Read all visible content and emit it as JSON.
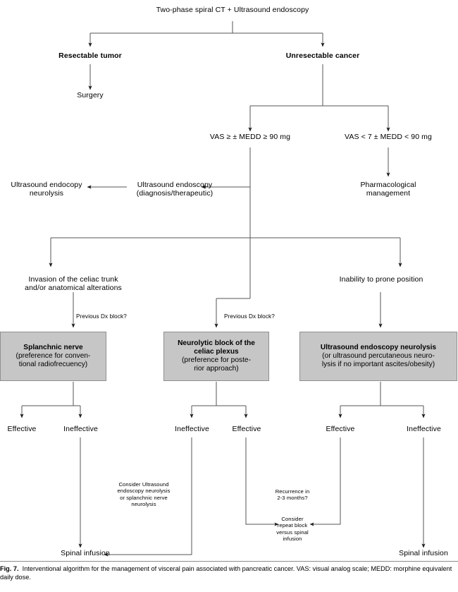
{
  "figure": {
    "number": "Fig. 7.",
    "caption": "Interventional algorithm for the management of visceral pain associated with pancreatic cancer. VAS: visual analog scale; MEDD: morphine equivalent daily dose."
  },
  "colors": {
    "box_fill": "#c6c6c6",
    "box_border": "#8f8f8f",
    "line": "#555555",
    "text": "#000000",
    "background": "#ffffff"
  },
  "chart_data": {
    "type": "diagram",
    "title": "Interventional algorithm for the management of visceral pain associated with pancreatic cancer",
    "nodes": [
      {
        "id": "n1",
        "label": "Two-phase spiral CT + Ultrasound endoscopy",
        "style": "plain"
      },
      {
        "id": "n2",
        "label": "Resectable tumor",
        "style": "bold"
      },
      {
        "id": "n3",
        "label": "Unresectable cancer",
        "style": "bold"
      },
      {
        "id": "n4",
        "label": "Surgery",
        "style": "plain"
      },
      {
        "id": "n5",
        "label": "VAS ≥ ± MEDD ≥ 90 mg",
        "style": "plain"
      },
      {
        "id": "n6",
        "label": "VAS < 7 ± MEDD < 90 mg",
        "style": "plain"
      },
      {
        "id": "n7",
        "label": "Ultrasound endoscopy\n(diagnosis/therapeutic)",
        "style": "plain"
      },
      {
        "id": "n8",
        "label": "Ultrasound endocopy\nneurolysis",
        "style": "plain"
      },
      {
        "id": "n9",
        "label": "Pharmacological\nmanagement",
        "style": "plain"
      },
      {
        "id": "n10",
        "label": "Invasion of the celiac trunk\nand/or anatomical alterations",
        "style": "plain"
      },
      {
        "id": "n11",
        "label": "Inability to prone position",
        "style": "plain"
      },
      {
        "id": "n12",
        "label": "Previous Dx block?",
        "style": "small"
      },
      {
        "id": "n13",
        "label": "Previous Dx block?",
        "style": "small"
      },
      {
        "id": "b1",
        "label": "Splanchnic nerve",
        "sublabel": "(preference for conven-\ntional radiofrecuency)",
        "style": "grey-box"
      },
      {
        "id": "b2",
        "label": "Neurolytic block of\nthe celiac plexus",
        "sublabel": "(preference for poste-\nrior approach)",
        "style": "grey-box"
      },
      {
        "id": "b3",
        "label": "Ultrasound\nendoscopy neurolysis",
        "sublabel": "(or ultrasound percutaneous neuro-\nlysis if no important ascites/obesity)",
        "style": "grey-box"
      },
      {
        "id": "e1",
        "label": "Effective",
        "style": "plain"
      },
      {
        "id": "i1",
        "label": "Ineffective",
        "style": "plain"
      },
      {
        "id": "i2",
        "label": "Ineffective",
        "style": "plain"
      },
      {
        "id": "e2",
        "label": "Effective",
        "style": "plain"
      },
      {
        "id": "e3",
        "label": "Effective",
        "style": "plain"
      },
      {
        "id": "i3",
        "label": "Ineffective",
        "style": "plain"
      },
      {
        "id": "a1",
        "label": "Consider Ultrasound\nendoscopy neurolysis\nor splanchnic nerve\nneurolysis",
        "style": "annotation"
      },
      {
        "id": "a2",
        "label": "Recurrence in\n2-3 months?",
        "style": "annotation"
      },
      {
        "id": "a3",
        "label": "Consider\nrepeat block\nversus spinal\ninfusion",
        "style": "annotation"
      },
      {
        "id": "s1",
        "label": "Spinal infusion",
        "style": "plain"
      },
      {
        "id": "s2",
        "label": "Spinal infusion",
        "style": "plain"
      }
    ],
    "edges": [
      {
        "from": "n1",
        "to": "n2",
        "arrow": true
      },
      {
        "from": "n1",
        "to": "n3",
        "arrow": true
      },
      {
        "from": "n2",
        "to": "n4",
        "arrow": true
      },
      {
        "from": "n3",
        "to": "n5",
        "arrow": true
      },
      {
        "from": "n3",
        "to": "n6",
        "arrow": true
      },
      {
        "from": "n5",
        "to": "n7",
        "arrow": true
      },
      {
        "from": "n7",
        "to": "n8",
        "arrow": true
      },
      {
        "from": "n6",
        "to": "n9",
        "arrow": true
      },
      {
        "from": "n5",
        "to": "n10",
        "arrow": true
      },
      {
        "from": "n5",
        "to": "n11",
        "arrow": true
      },
      {
        "from": "n5",
        "to": "b2",
        "arrow": true
      },
      {
        "from": "n10",
        "to": "b1",
        "arrow": true,
        "label": "Previous Dx block?"
      },
      {
        "from": "n11",
        "to": "b3",
        "arrow": true
      },
      {
        "from": "b1",
        "to": "e1",
        "arrow": true
      },
      {
        "from": "b1",
        "to": "i1",
        "arrow": true
      },
      {
        "from": "b2",
        "to": "i2",
        "arrow": true
      },
      {
        "from": "b2",
        "to": "e2",
        "arrow": true
      },
      {
        "from": "b3",
        "to": "e3",
        "arrow": true
      },
      {
        "from": "b3",
        "to": "i3",
        "arrow": true
      },
      {
        "from": "e1",
        "to": "s1",
        "arrow": true
      },
      {
        "from": "i1",
        "to": "s1",
        "arrow": true,
        "label": "Consider Ultrasound endoscopy neurolysis or splanchnic nerve neurolysis"
      },
      {
        "from": "e2",
        "to": "a3",
        "arrow": true,
        "label": "Recurrence in 2-3 months?"
      },
      {
        "from": "e3",
        "to": "a3",
        "arrow": true
      },
      {
        "from": "i3",
        "to": "s2",
        "arrow": true
      }
    ]
  },
  "labels": {
    "top": "Two-phase spiral CT + Ultrasound endoscopy",
    "resectable": "Resectable tumor",
    "unresectable": "Unresectable cancer",
    "surgery": "Surgery",
    "vas_high": "VAS ≥ ± MEDD ≥ 90 mg",
    "vas_low": "VAS < 7 ± MEDD < 90 mg",
    "us_endoscopy": "Ultrasound endoscopy\n(diagnosis/therapeutic)",
    "us_neurolysis": "Ultrasound endocopy\nneurolysis",
    "pharmacological": "Pharmacological\nmanagement",
    "invasion": "Invasion of the celiac trunk\nand/or anatomical alterations",
    "inability": "Inability to prone position",
    "prev_dx_1": "Previous Dx block?",
    "prev_dx_2": "Previous Dx block?",
    "box1_title": "Splanchnic nerve",
    "box1_sub": "(preference for conven-\ntional radiofrecuency)",
    "box2_title": "Neurolytic block of\nthe celiac plexus",
    "box2_sub": "(preference for poste-\nrior approach)",
    "box3_title": "Ultrasound\nendoscopy neurolysis",
    "box3_sub": "(or ultrasound percutaneous neuro-\nlysis if no important ascites/obesity)",
    "effective_1": "Effective",
    "ineffective_1": "Ineffective",
    "ineffective_2": "Ineffective",
    "effective_2": "Effective",
    "effective_3": "Effective",
    "ineffective_3": "Ineffective",
    "consider_us": "Consider Ultrasound\nendoscopy neurolysis\nor splanchnic nerve\nneurolysis",
    "recurrence": "Recurrence in\n2-3 months?",
    "consider_repeat": "Consider\nrepeat block\nversus spinal\ninfusion",
    "spinal_left": "Spinal infusion",
    "spinal_right": "Spinal infusion"
  }
}
